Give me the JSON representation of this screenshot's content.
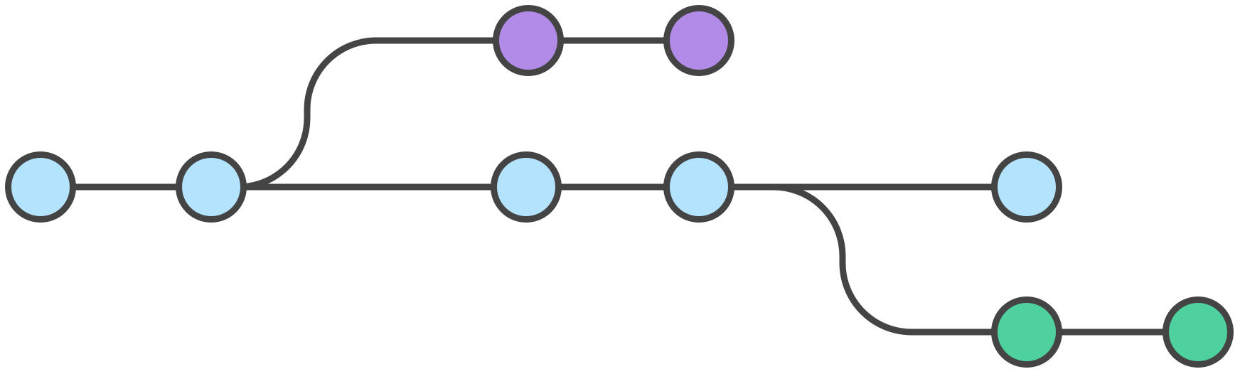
{
  "diagram": {
    "kind": "git-branch-graph",
    "stroke_color": "#444444",
    "background": "#ffffff",
    "branches": [
      {
        "id": "main",
        "color": "#b3e3fd",
        "commits": [
          "m1",
          "m2",
          "m3",
          "m4",
          "m5"
        ]
      },
      {
        "id": "feature-top",
        "color": "#b28be9",
        "forks_from": "m2",
        "commits": [
          "t1",
          "t2"
        ]
      },
      {
        "id": "feature-bottom",
        "color": "#4ed19f",
        "forks_from": "m4",
        "commits": [
          "b1",
          "b2"
        ]
      }
    ],
    "edges": [
      [
        "m1",
        "m2"
      ],
      [
        "m2",
        "m3"
      ],
      [
        "m3",
        "m4"
      ],
      [
        "m4",
        "m5"
      ],
      [
        "m2",
        "t1"
      ],
      [
        "t1",
        "t2"
      ],
      [
        "m4",
        "b1"
      ],
      [
        "b1",
        "b2"
      ]
    ]
  }
}
